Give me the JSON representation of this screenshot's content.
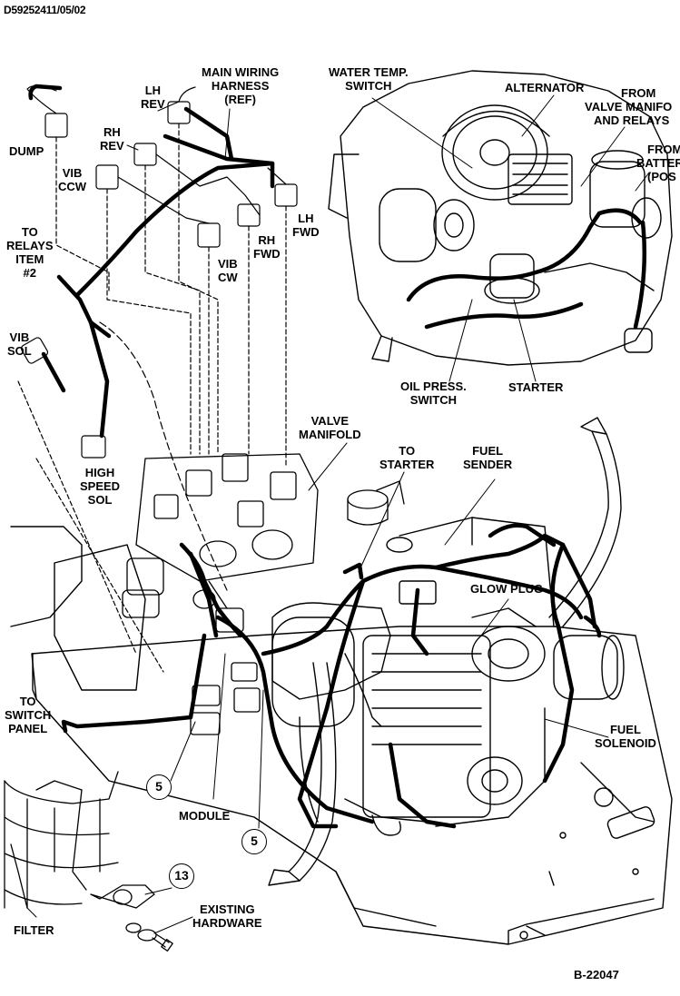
{
  "document_id": "D59252411/05/02",
  "figure_id": "B-22047",
  "labels": {
    "dump": [
      "DUMP"
    ],
    "lh_rev": [
      "LH",
      "REV"
    ],
    "main_harness": [
      "MAIN WIRING",
      "HARNESS",
      "(REF)"
    ],
    "rh_rev": [
      "RH",
      "REV"
    ],
    "vib_ccw": [
      "VIB",
      "CCW"
    ],
    "lh_fwd": [
      "LH",
      "FWD"
    ],
    "rh_fwd": [
      "RH",
      "FWD"
    ],
    "vib_cw": [
      "VIB",
      "CW"
    ],
    "to_relays": [
      "TO",
      "RELAYS",
      "ITEM",
      "#2"
    ],
    "vib_sol": [
      "VIB",
      "SOL"
    ],
    "high_speed_sol": [
      "HIGH",
      "SPEED",
      "SOL"
    ],
    "water_temp_switch": [
      "WATER TEMP.",
      "SWITCH"
    ],
    "alternator": [
      "ALTERNATOR"
    ],
    "from_valve_manifold": [
      "FROM",
      "VALVE MANIFO",
      "AND RELAYS"
    ],
    "from_battery": [
      "FROM",
      "BATTER",
      "(POS"
    ],
    "oil_press_switch": [
      "OIL PRESS.",
      "SWITCH"
    ],
    "starter": [
      "STARTER"
    ],
    "valve_manifold": [
      "VALVE",
      "MANIFOLD"
    ],
    "to_starter": [
      "TO",
      "STARTER"
    ],
    "fuel_sender": [
      "FUEL",
      "SENDER"
    ],
    "glow_plug": [
      "GLOW PLUG"
    ],
    "to_switch_panel": [
      "TO",
      "SWITCH",
      "PANEL"
    ],
    "fuel_solenoid": [
      "FUEL",
      "SOLENOID"
    ],
    "module": [
      "MODULE"
    ],
    "existing_hardware": [
      "EXISTING",
      "HARDWARE"
    ],
    "filter": [
      "FILTER"
    ]
  },
  "callouts": {
    "item_5_left": "5",
    "item_5_right": "5",
    "item_13": "13"
  },
  "colors": {
    "line": "#000000",
    "background": "#ffffff"
  }
}
